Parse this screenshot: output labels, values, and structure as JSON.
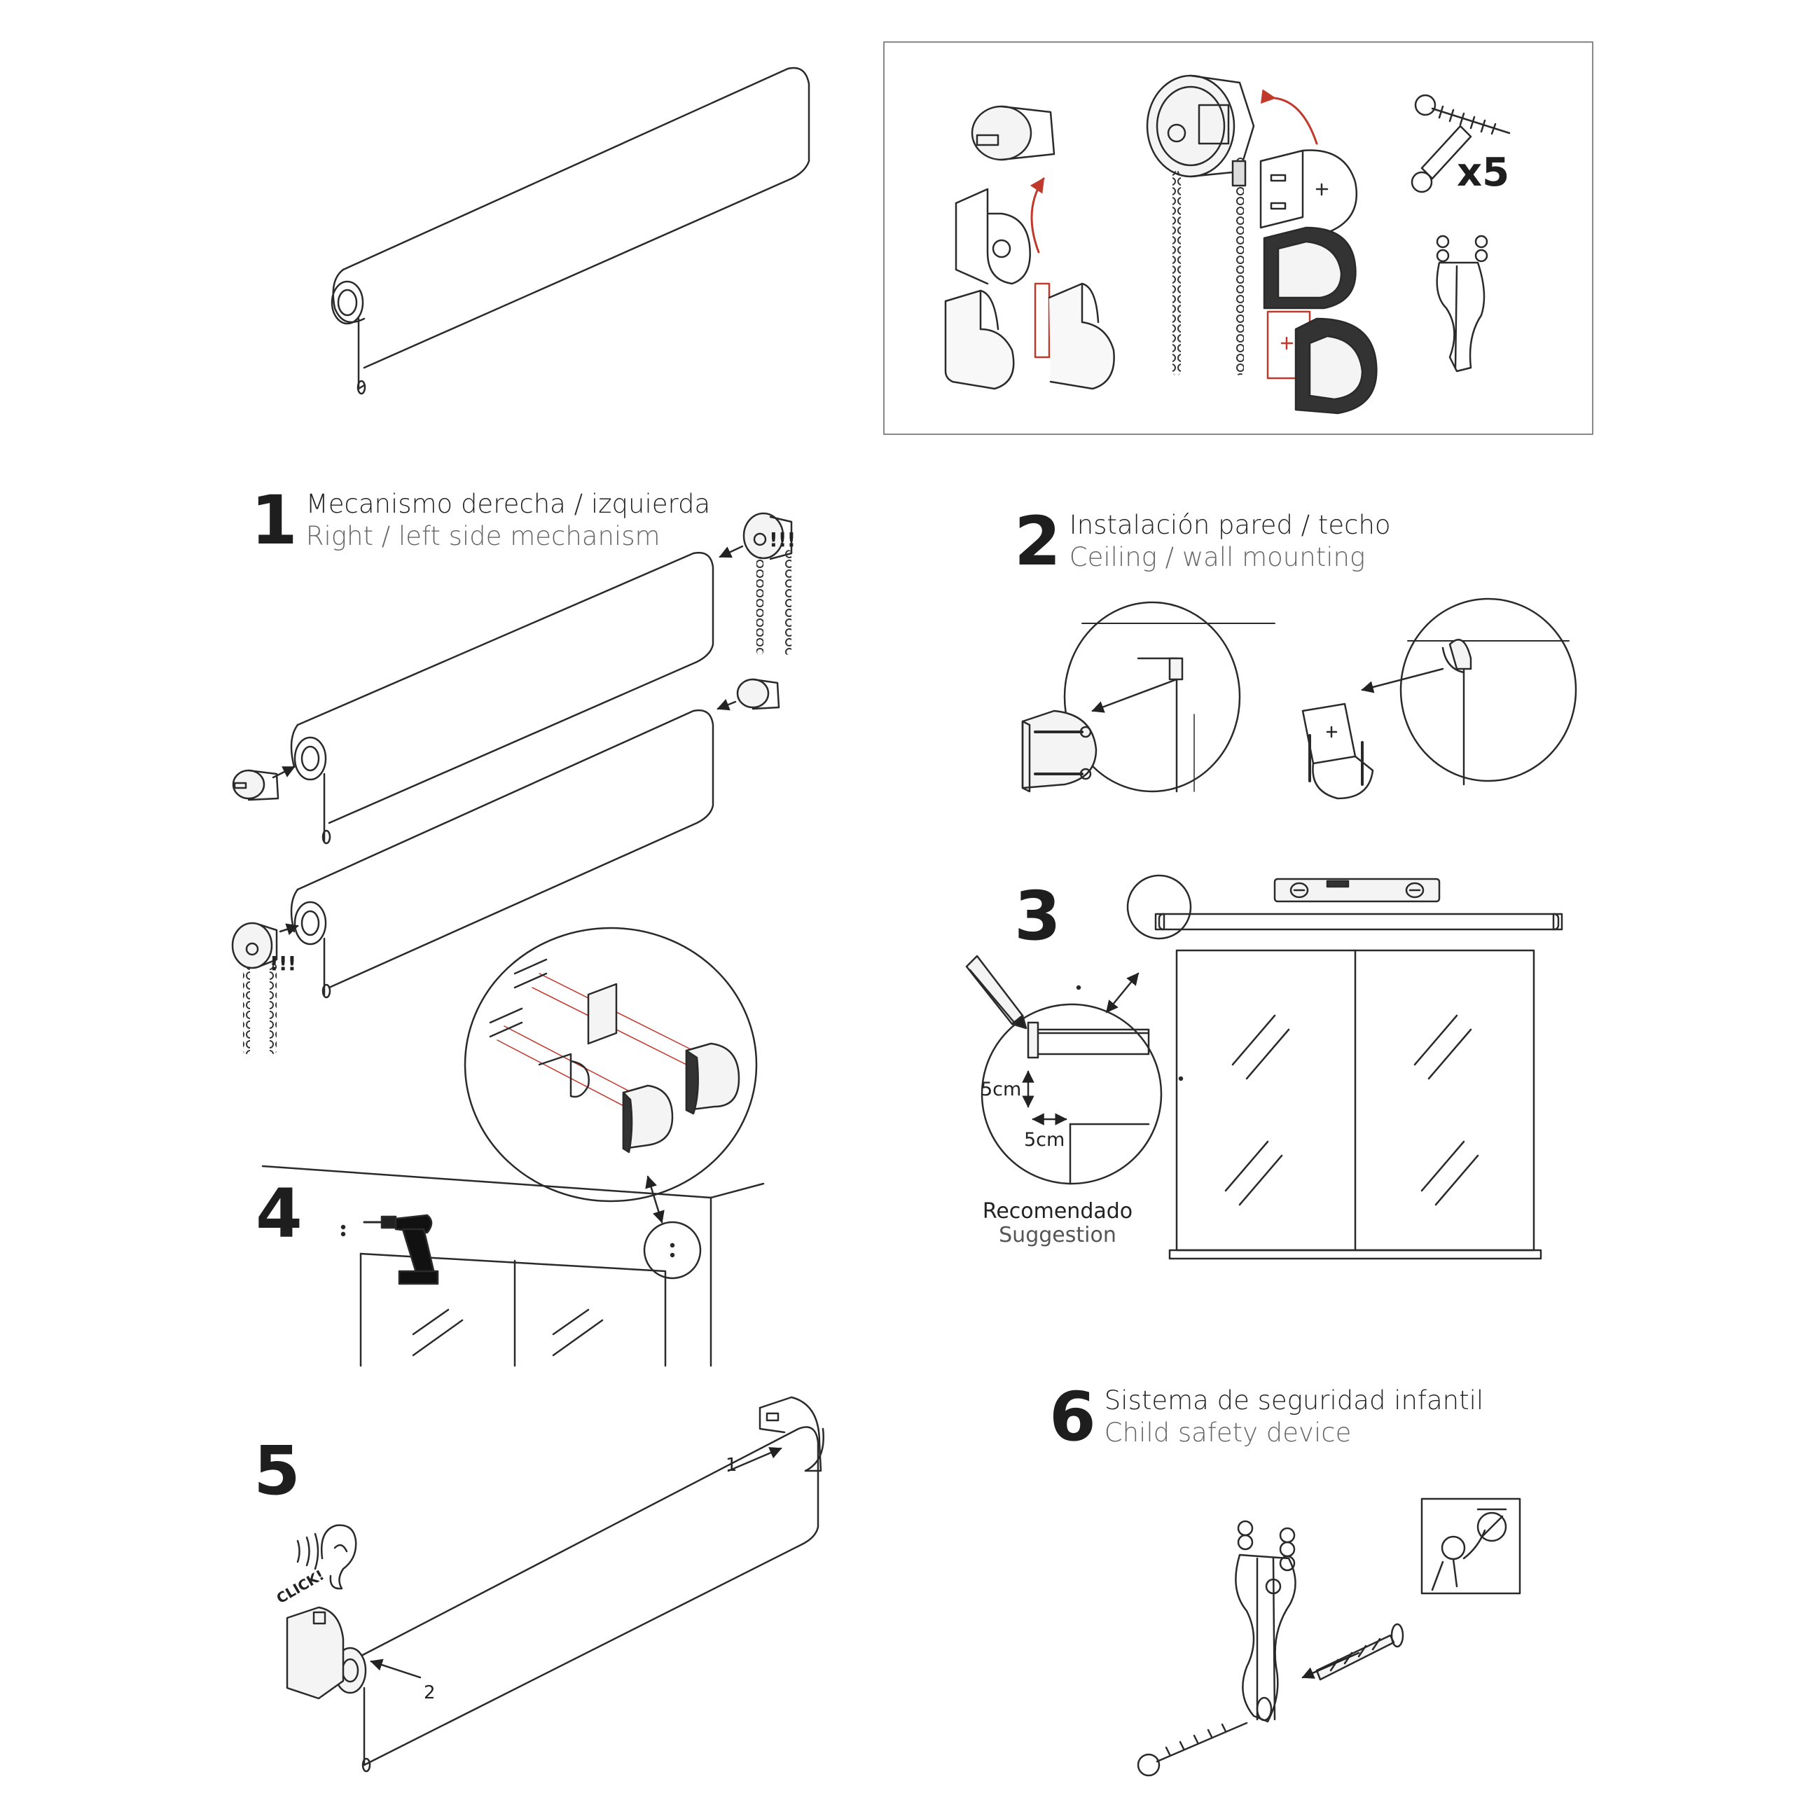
{
  "steps": {
    "s1": {
      "number": "1",
      "es": "Mecanismo derecha / izquierda",
      "en": "Right / left side mechanism"
    },
    "s2": {
      "number": "2",
      "es": "Instalación pared / techo",
      "en": "Ceiling / wall mounting"
    },
    "s3": {
      "number": "3"
    },
    "s4": {
      "number": "4"
    },
    "s5": {
      "number": "5"
    },
    "s6": {
      "number": "6",
      "es": "Sistema de seguridad infantil",
      "en": "Child safety device"
    }
  },
  "kit": {
    "quantity_label": "x5"
  },
  "step1": {
    "warning_top": "!!!",
    "warning_bottom": "!!!"
  },
  "step3": {
    "dim_vertical": "5cm",
    "dim_horizontal": "5cm",
    "note_es": "Recomendado",
    "note_en": "Suggestion"
  },
  "step5": {
    "click_label": "CLICK!",
    "arrow_1": "1",
    "arrow_2": "2"
  },
  "colors": {
    "line": "#2a2a2a",
    "accent_red": "#c0392b",
    "fill_light": "#f4f4f4",
    "fill_dark": "#333333"
  }
}
